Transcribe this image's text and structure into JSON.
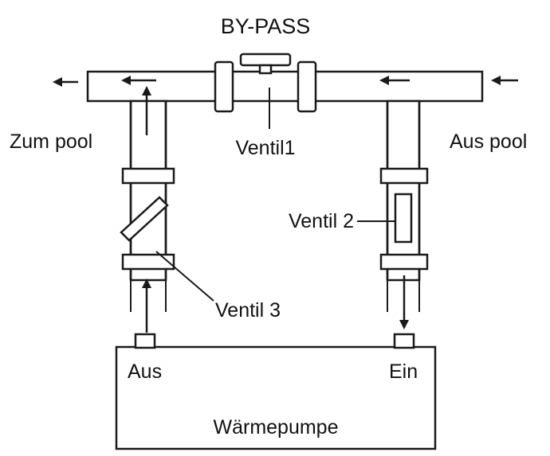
{
  "labels": {
    "bypass": "BY-PASS",
    "ventil1": "Ventil1",
    "ventil2": "Ventil 2",
    "ventil3": "Ventil 3",
    "zum_pool": "Zum pool",
    "aus_pool": "Aus pool",
    "aus": "Aus",
    "ein": "Ein",
    "heat_pump": "Wärmepumpe"
  },
  "colors": {
    "line": "#1a1a1a",
    "background": "#ffffff"
  }
}
